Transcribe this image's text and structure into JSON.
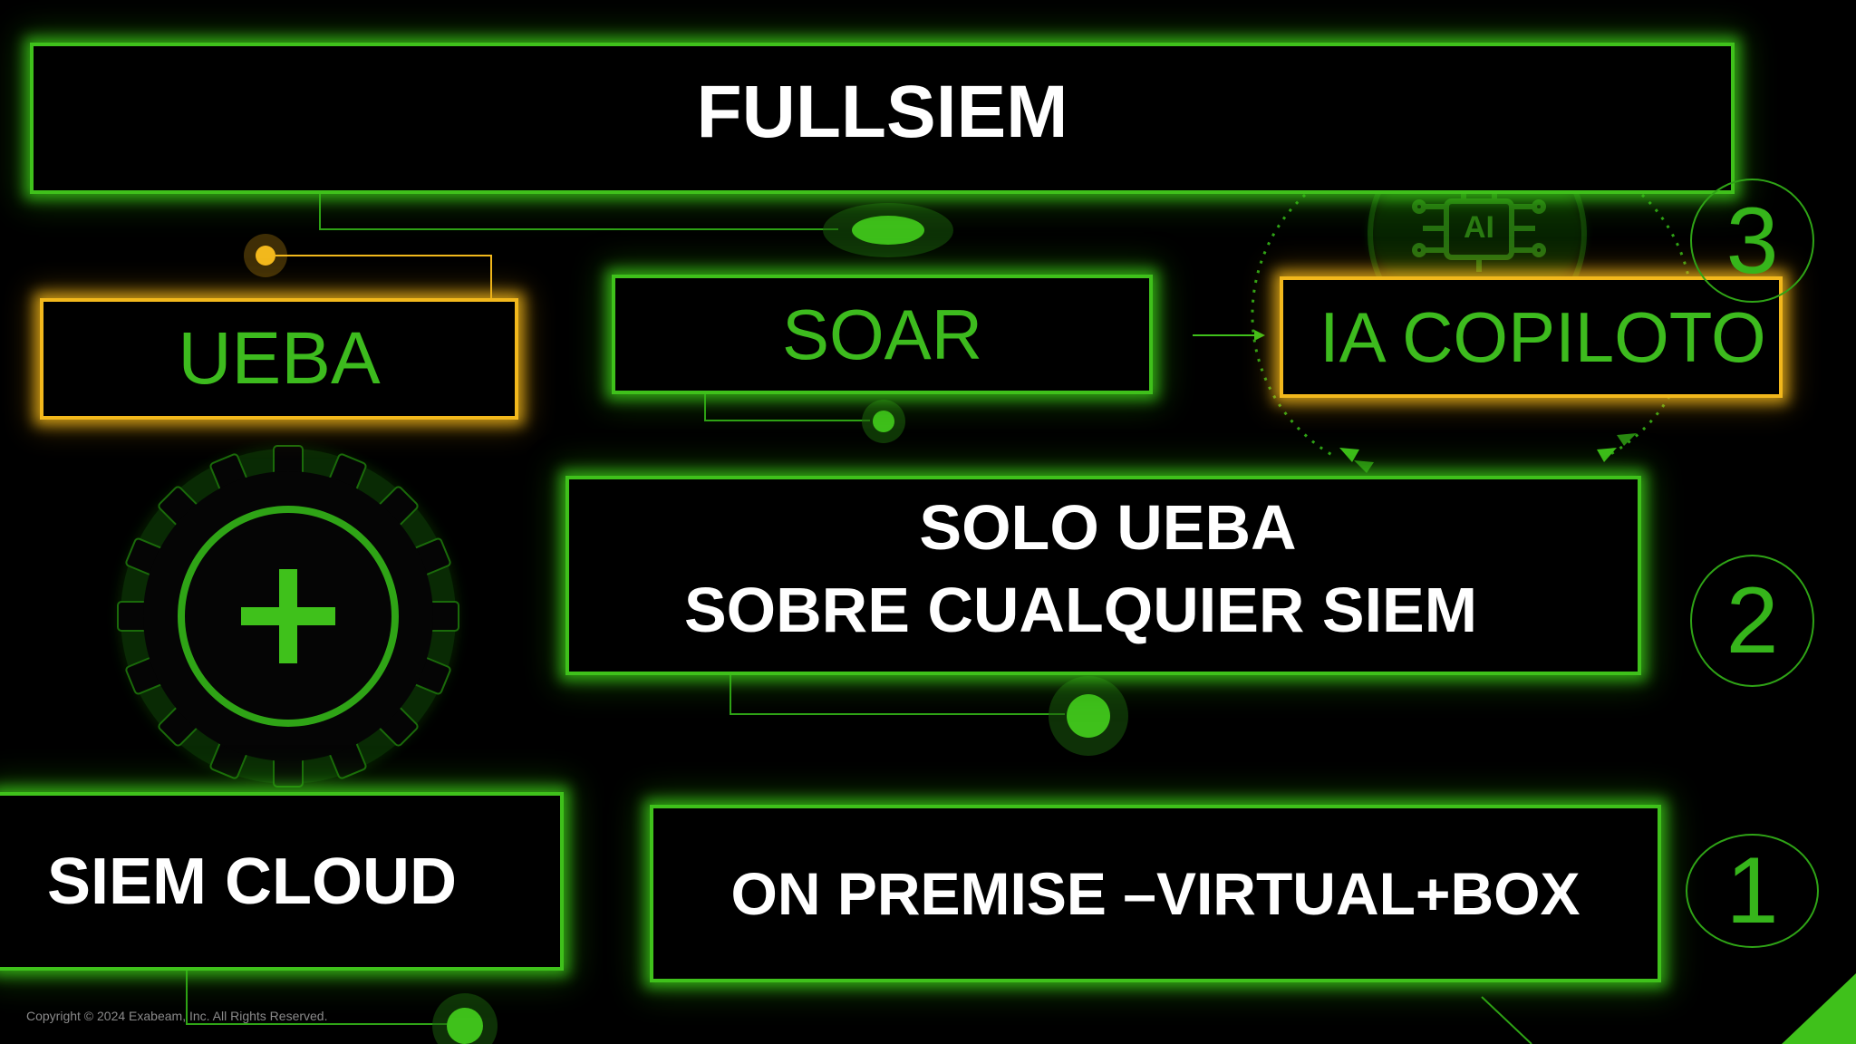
{
  "title": "FULLSIEM",
  "boxes": {
    "ueba": "UEBA",
    "soar": "SOAR",
    "ia_copiloto": "IA COPILOTO",
    "solo_ueba_line1": "SOLO UEBA",
    "solo_ueba_line2": "SOBRE CUALQUIER SIEM",
    "siem_cloud": "SIEM CLOUD",
    "on_premise": "ON PREMISE –VIRTUAL+BOX"
  },
  "numbers": {
    "one": "1",
    "two": "2",
    "three": "3"
  },
  "ai_icon_label": "AI",
  "copyright": "Copyright © 2024 Exabeam, Inc. All Rights Reserved.",
  "colors": {
    "green": "#3fc11b",
    "yellow": "#f2b81c",
    "background": "#000000",
    "text_white": "#ffffff"
  },
  "icons": [
    "gear-plus-icon",
    "ai-chip-icon"
  ]
}
